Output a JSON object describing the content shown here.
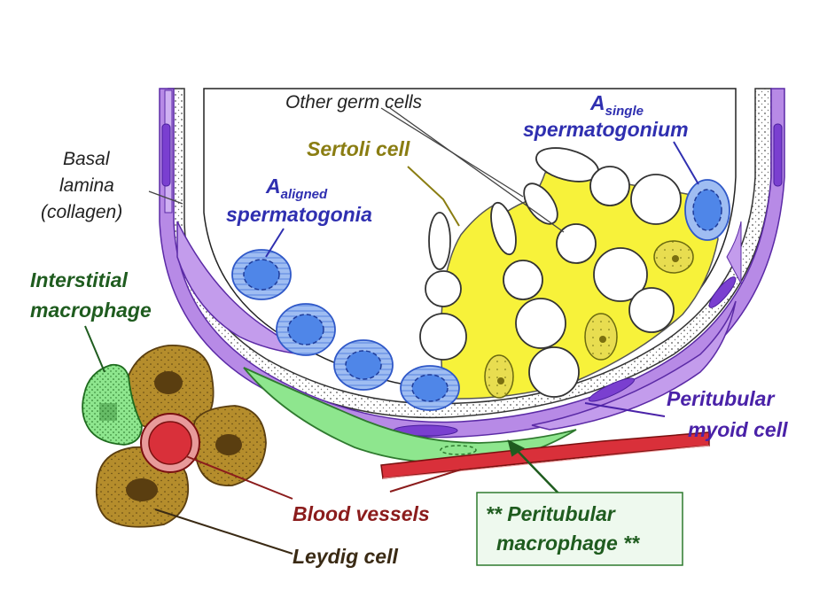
{
  "labels": {
    "other_germ_cells": "Other germ cells",
    "a_single_main": "A",
    "a_single_sub": "single",
    "a_single_word": "spermatogonium",
    "sertoli": "Sertoli cell",
    "basal_1": "Basal",
    "basal_2": "lamina",
    "basal_3": "(collagen)",
    "a_aligned_main": "A",
    "a_aligned_sub": "aligned",
    "a_aligned_word": "spermatogonia",
    "interstitial_1": "Interstitial",
    "interstitial_2": "macrophage",
    "peritubular_myoid_1": "Peritubular",
    "peritubular_myoid_2": "myoid cell",
    "blood_vessels": "Blood vessels",
    "leydig": "Leydig cell",
    "peritubular_macro_1": "** Peritubular",
    "peritubular_macro_2": "macrophage **"
  },
  "colors": {
    "blue_label": "#2f2fb0",
    "olive_label": "#8a7d12",
    "green_label": "#1f5c1f",
    "purple_label": "#4a22a8",
    "red_label": "#8b1c1c",
    "brown_label": "#3a2a14",
    "sertoli_fill": "#f7f23a",
    "myoid_fill": "#b78ae6",
    "spermatogonia_fill": "#4f86e8",
    "leydig_fill": "#b58d2c",
    "macrophage_fill": "#7fe07f",
    "vessel_fill": "#d9303a"
  }
}
